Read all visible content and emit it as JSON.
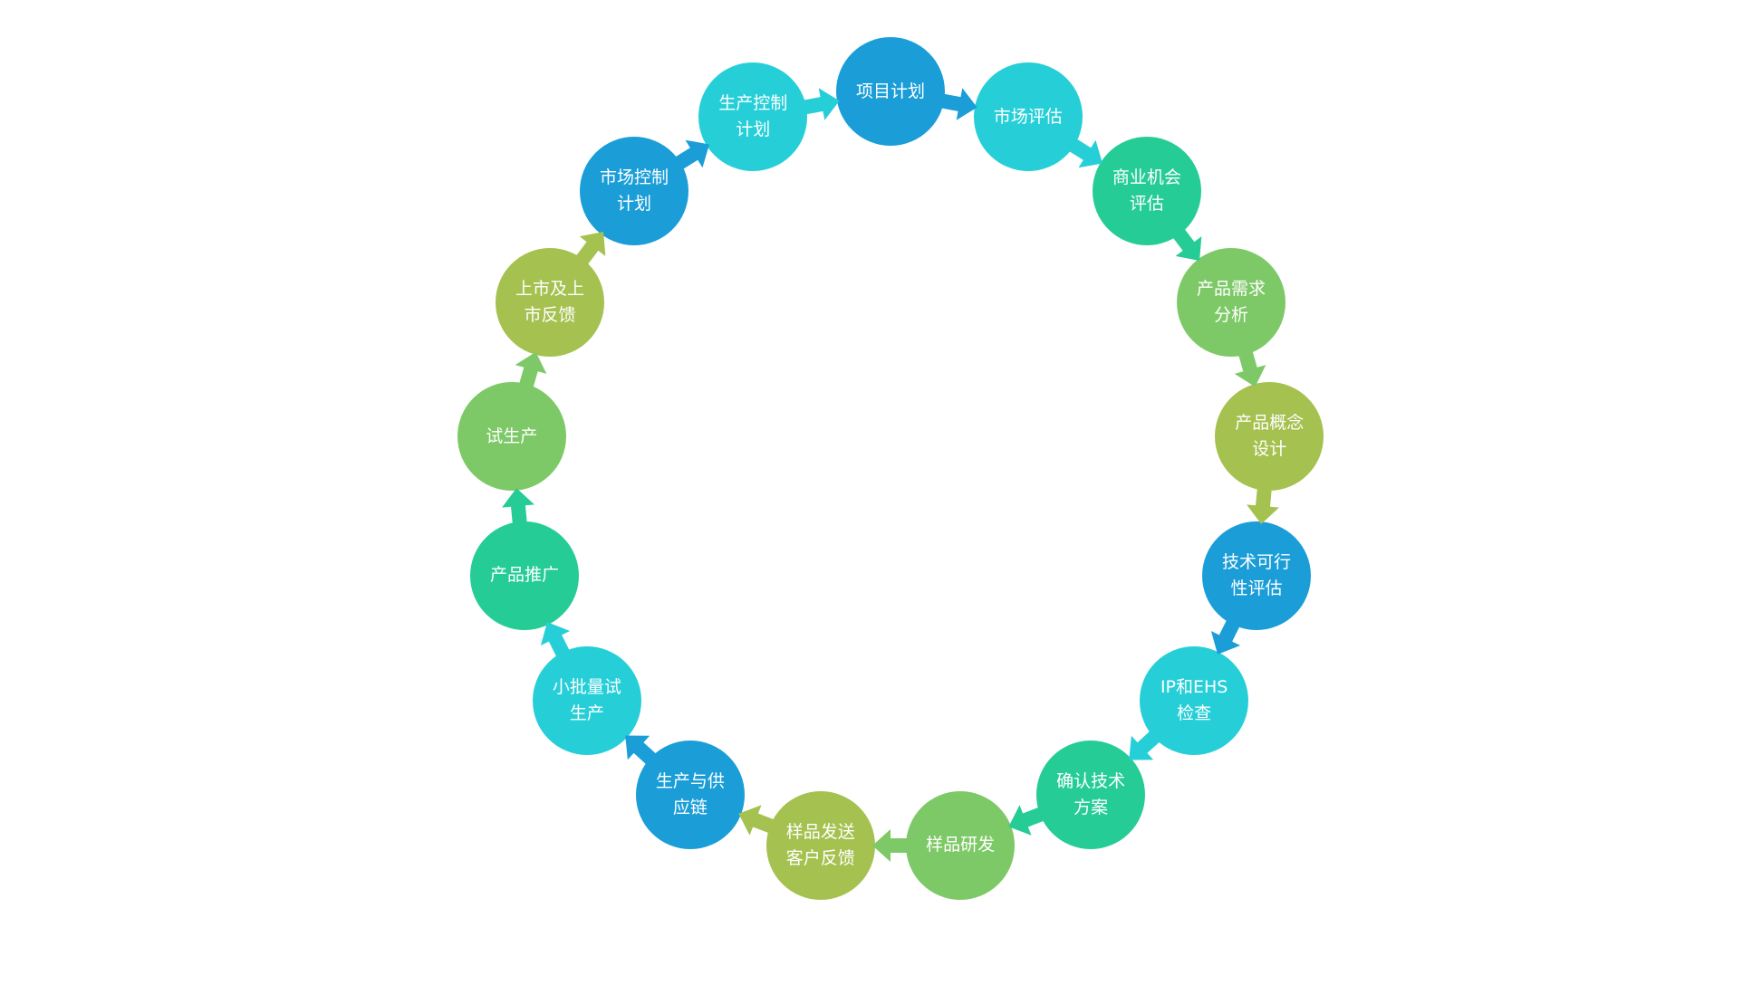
{
  "palette": {
    "blue": "#1b9ed8",
    "cyan": "#26cfd8",
    "teal": "#26cc96",
    "green": "#7ec967",
    "olive": "#a5c150"
  },
  "steps": [
    {
      "lines": [
        "项目计划"
      ],
      "color": "#1b9ed8"
    },
    {
      "lines": [
        "市场评估"
      ],
      "color": "#26cfd8"
    },
    {
      "lines": [
        "商业机会",
        "评估"
      ],
      "color": "#26cc96"
    },
    {
      "lines": [
        "产品需求",
        "分析"
      ],
      "color": "#7ec967"
    },
    {
      "lines": [
        "产品概念",
        "设计"
      ],
      "color": "#a5c150"
    },
    {
      "lines": [
        "技术可行",
        "性评估"
      ],
      "color": "#1b9ed8"
    },
    {
      "lines": [
        "IP和EHS",
        "检查"
      ],
      "color": "#26cfd8"
    },
    {
      "lines": [
        "确认技术",
        "方案"
      ],
      "color": "#26cc96"
    },
    {
      "lines": [
        "样品研发"
      ],
      "color": "#7ec967"
    },
    {
      "lines": [
        "样品发送",
        "客户反馈"
      ],
      "color": "#a5c150"
    },
    {
      "lines": [
        "生产与供",
        "应链"
      ],
      "color": "#1b9ed8"
    },
    {
      "lines": [
        "小批量试",
        "生产"
      ],
      "color": "#26cfd8"
    },
    {
      "lines": [
        "产品推广"
      ],
      "color": "#26cc96"
    },
    {
      "lines": [
        "试生产"
      ],
      "color": "#7ec967"
    },
    {
      "lines": [
        "上市及上",
        "市反馈"
      ],
      "color": "#a5c150"
    },
    {
      "lines": [
        "市场控制",
        "计划"
      ],
      "color": "#1b9ed8"
    },
    {
      "lines": [
        "生产控制",
        "计划"
      ],
      "color": "#26cfd8"
    }
  ],
  "arrows": [
    {
      "from": 0,
      "color": "#1b9ed8"
    },
    {
      "from": 1,
      "color": "#26cfd8"
    },
    {
      "from": 2,
      "color": "#26cc96"
    },
    {
      "from": 3,
      "color": "#7ec967"
    },
    {
      "from": 4,
      "color": "#a5c150"
    },
    {
      "from": 5,
      "color": "#1b9ed8"
    },
    {
      "from": 6,
      "color": "#26cfd8"
    },
    {
      "from": 7,
      "color": "#26cc96"
    },
    {
      "from": 8,
      "color": "#7ec967"
    },
    {
      "from": 9,
      "color": "#a5c150"
    },
    {
      "from": 10,
      "color": "#1b9ed8"
    },
    {
      "from": 11,
      "color": "#26cfd8"
    },
    {
      "from": 12,
      "color": "#26cc96"
    },
    {
      "from": 13,
      "color": "#7ec967"
    },
    {
      "from": 14,
      "color": "#a5c150"
    },
    {
      "from": 15,
      "color": "#1b9ed8"
    },
    {
      "from": 16,
      "color": "#26cfd8"
    }
  ]
}
